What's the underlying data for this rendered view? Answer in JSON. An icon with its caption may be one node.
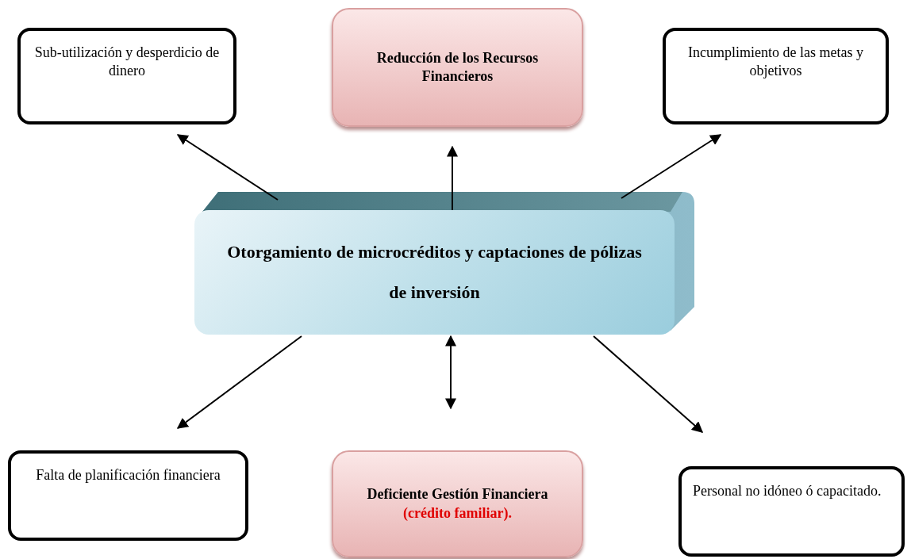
{
  "diagram": {
    "nodes": [
      {
        "text": [
          "Otorgamiento de microcréditos y captaciones de pólizas de inversión"
        ]
      },
      {
        "text": [
          "Sub-utilización y desperdicio de dinero"
        ]
      },
      {
        "text": [
          "Reducción de los Recursos Financieros"
        ]
      },
      {
        "text": [
          "Incumplimiento de las metas y objetivos"
        ]
      },
      {
        "text": [
          "Falta de planificación financiera"
        ]
      },
      {
        "text": [
          "Deficiente Gestión Financiera",
          "(crédito familiar)."
        ]
      },
      {
        "text": [
          "Personal no idóneo ó capacitado."
        ]
      }
    ],
    "edges": [
      {
        "from": 0,
        "to": 1,
        "arrow": "to"
      },
      {
        "from": 0,
        "to": 2,
        "arrow": "to"
      },
      {
        "from": 0,
        "to": 3,
        "arrow": "to"
      },
      {
        "from": 0,
        "to": 4,
        "arrow": "to"
      },
      {
        "from": 0,
        "to": 5,
        "arrow": "both"
      },
      {
        "from": 0,
        "to": 6,
        "arrow": "to"
      }
    ]
  }
}
